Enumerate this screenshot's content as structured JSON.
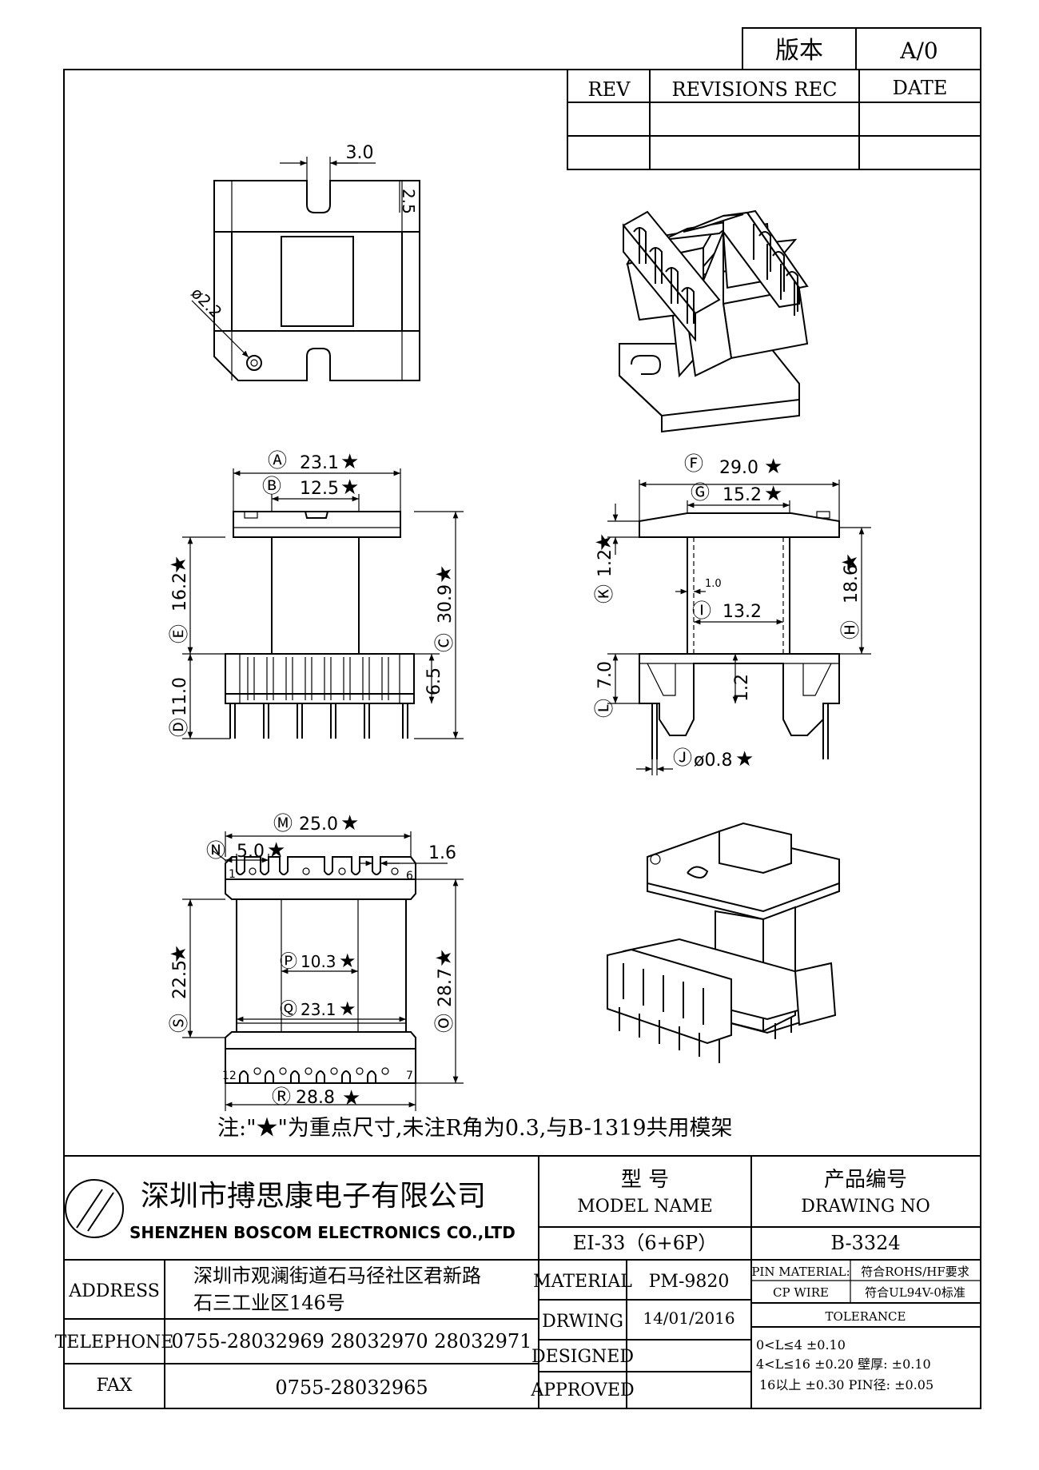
{
  "header": {
    "version_label": "版本",
    "version_value": "A/0",
    "rev_col": "REV",
    "revisions_col": "REVISIONS REC",
    "date_col": "DATE"
  },
  "dims": {
    "top_slot": "3.0",
    "top_depth": "2.5",
    "top_hole": "ø2.2",
    "A": "Ⓐ",
    "A_val": "23.1",
    "B": "Ⓑ",
    "B_val": "12.5",
    "C": "Ⓒ",
    "C_val": "30.9",
    "D": "Ⓓ",
    "D_val": "11.0",
    "E": "Ⓔ",
    "E_val": "16.2",
    "pin_h": "6.5",
    "F": "Ⓕ",
    "F_val": "29.0",
    "G": "Ⓖ",
    "G_val": "15.2",
    "H": "Ⓗ",
    "H_val": "18.6",
    "I": "Ⓘ",
    "I_val": "13.2",
    "I_wall": "1.0",
    "J": "Ⓙ",
    "J_val": "ø0.8",
    "K": "Ⓚ",
    "K_val": "1.2",
    "L": "Ⓛ",
    "L_val": "7.0",
    "mid_val": "1.2",
    "M": "Ⓜ",
    "M_val": "25.0",
    "N": "Ⓝ",
    "N_val": "5.0",
    "slot_w": "1.6",
    "O": "Ⓞ",
    "O_val": "28.7",
    "P": "Ⓟ",
    "P_val": "10.3",
    "Q": "Ⓠ",
    "Q_val": "23.1",
    "R": "Ⓡ",
    "R_val": "28.8",
    "S": "Ⓢ",
    "S_val": "22.5",
    "pin1": "1",
    "pin6": "6",
    "pin7": "7",
    "pin12": "12",
    "star": "★"
  },
  "note": "注:\"★\"为重点尺寸,未注R角为0.3,与B-1319共用模架",
  "title_block": {
    "company_cn": "深圳市搏思康电子有限公司",
    "company_en": "SHENZHEN BOSCOM ELECTRONICS CO.,LTD",
    "model_label_cn": "型      号",
    "model_label_en": "MODEL NAME",
    "drawing_label_cn": "产品编号",
    "drawing_label_en": "DRAWING NO",
    "model_value": "EI-33（6+6P）",
    "drawing_value": "B-3324",
    "address_label": "ADDRESS",
    "address_line1": "深圳市观澜街道石马径社区君新路",
    "address_line2": "石三工业区146号",
    "telephone_label": "TELEPHONE",
    "telephone_value": "0755-28032969 28032970 28032971",
    "fax_label": "FAX",
    "fax_value": "0755-28032965",
    "material_label": "MATERIAL",
    "material_value": "PM-9820",
    "pin_material_label": "PIN MATERIAL:",
    "pin_material_value": "符合ROHS/HF要求",
    "cp_wire_label": "CP WIRE",
    "cp_wire_value": "符合UL94V-0标准",
    "drwing_label": "DRWING",
    "drwing_value": "14/01/2016",
    "tolerance_label": "TOLERANCE",
    "designed_label": "DESIGNED",
    "approved_label": "APPROVED",
    "tol_line1": "0<L≤4  ±0.10",
    "tol_line2": "4<L≤16 ±0.20  壁厚:  ±0.10",
    "tol_line3": "16以上    ±0.30 PIN径: ±0.05"
  }
}
